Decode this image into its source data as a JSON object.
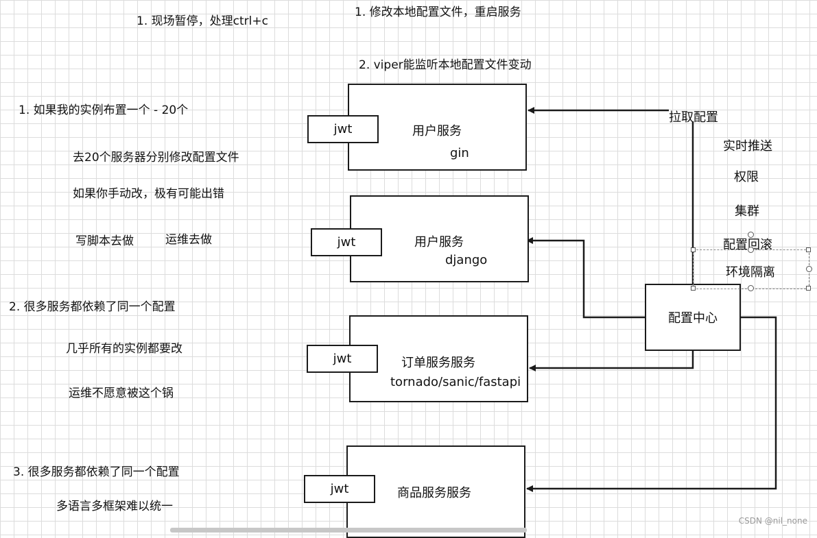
{
  "notes": {
    "pause": "1. 现场暂停，处理ctrl+c",
    "modify_local": "1. 修改本地配置文件，重启服务",
    "viper": "2. viper能监听本地配置文件变动",
    "instances": "1. 如果我的实例布置一个 - 20个",
    "go_20_servers": "去20个服务器分别修改配置文件",
    "manual_error": "如果你手动改，极有可能出错",
    "script": "写脚本去做",
    "ops": "运维去做",
    "depend_same_2": "2. 很多服务都依赖了同一个配置",
    "almost_all": "几乎所有的实例都要改",
    "ops_no_blame": "运维不愿意被这个锅",
    "depend_same_3": "3. 很多服务都依赖了同一个配置",
    "multi_lang": "多语言多框架难以统一"
  },
  "services": [
    {
      "title": "用户服务",
      "framework": "gin",
      "jwt": "jwt"
    },
    {
      "title": "用户服务",
      "framework": "django",
      "jwt": "jwt"
    },
    {
      "title": "订单服务服务",
      "framework": "tornado/sanic/fastapi",
      "jwt": "jwt"
    },
    {
      "title": "商品服务服务",
      "framework": "",
      "jwt": "jwt"
    }
  ],
  "config_center": {
    "label": "配置中心"
  },
  "pull_label": "拉取配置",
  "features": [
    "实时推送",
    "权限",
    "集群",
    "配置回滚",
    "环境隔离"
  ],
  "watermark": "CSDN @nil_none"
}
